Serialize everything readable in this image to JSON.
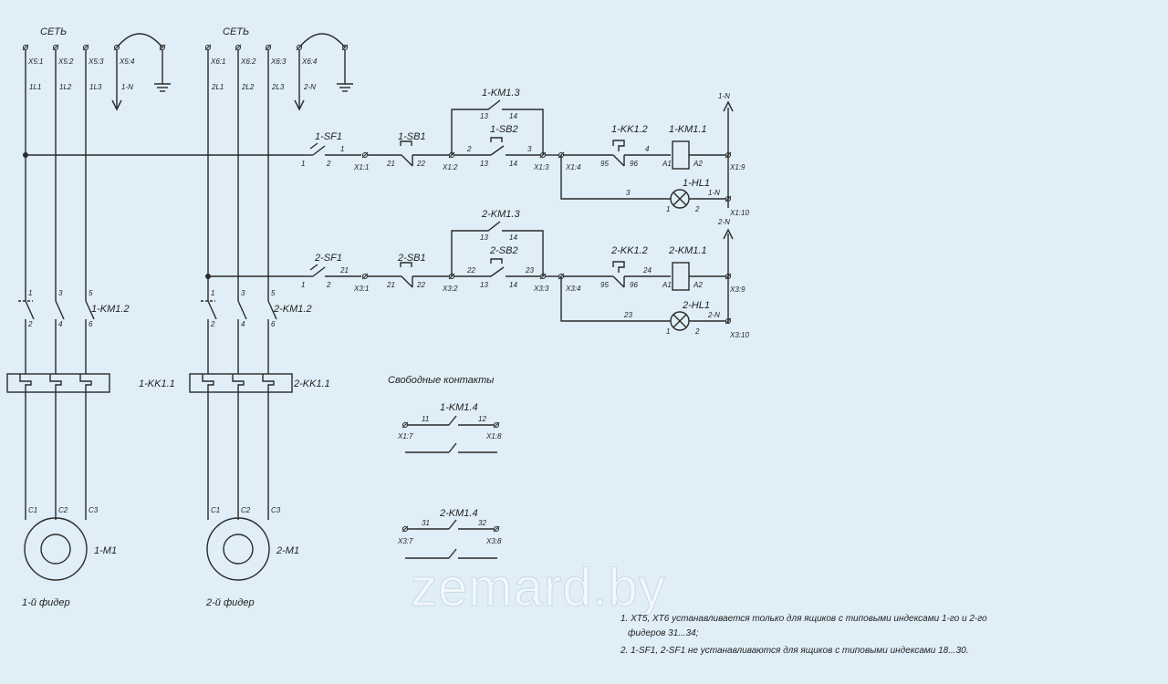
{
  "colors": {
    "background": "#dfeef7",
    "line": "#2a2a2a",
    "watermark": "#ffffff"
  },
  "feeders": [
    {
      "net_label": "СЕТЬ",
      "terminals": [
        "X5:1",
        "X5:2",
        "X5:3",
        "X5:4"
      ],
      "phases": [
        "1L1",
        "1L2",
        "1L3",
        "1-N"
      ],
      "contactor": "1-KM1.2",
      "contactor_pins_top": [
        "1",
        "3",
        "5"
      ],
      "contactor_pins_bottom": [
        "2",
        "4",
        "6"
      ],
      "relay": "1-KK1.1",
      "motor_pins": [
        "C1",
        "C2",
        "C3"
      ],
      "motor": "1-M1",
      "caption": "1-й фидер"
    },
    {
      "net_label": "СЕТЬ",
      "terminals": [
        "X6:1",
        "X6:2",
        "X6:3",
        "X6:4"
      ],
      "phases": [
        "2L1",
        "2L2",
        "2L3",
        "2-N"
      ],
      "contactor": "2-KM1.2",
      "contactor_pins_top": [
        "1",
        "3",
        "5"
      ],
      "contactor_pins_bottom": [
        "2",
        "4",
        "6"
      ],
      "relay": "2-KK1.1",
      "motor_pins": [
        "C1",
        "C2",
        "C3"
      ],
      "motor": "2-M1",
      "caption": "2-й фидер"
    }
  ],
  "control_circuits": [
    {
      "breaker": "1-SF1",
      "breaker_pins": [
        "1",
        "2"
      ],
      "wire_a": "1",
      "term_a": "X1:1",
      "stop_button": "1-SB1",
      "stop_pins": [
        "21",
        "22"
      ],
      "term_b": "X1:2",
      "self_hold": "1-KM1.3",
      "self_hold_pins": [
        "13",
        "14"
      ],
      "start_button": "1-SB2",
      "start_pins": [
        "13",
        "14"
      ],
      "wire_b": "2",
      "wire_c": "3",
      "term_c": "X1:3",
      "term_d": "X1:4",
      "overload": "1-KK1.2",
      "overload_pins": [
        "95",
        "96"
      ],
      "wire_d": "4",
      "coil": "1-KM1.1",
      "coil_pins": [
        "A1",
        "A2"
      ],
      "neutral": "1-N",
      "term_e": "X1:9",
      "lamp": "1-HL1",
      "lamp_pins": [
        "1",
        "2"
      ],
      "lamp_wire": "3",
      "lamp_neutral": "1-N",
      "term_f": "X1:10"
    },
    {
      "breaker": "2-SF1",
      "breaker_pins": [
        "1",
        "2"
      ],
      "wire_a": "21",
      "term_a": "X3:1",
      "stop_button": "2-SB1",
      "stop_pins": [
        "21",
        "22"
      ],
      "term_b": "X3:2",
      "self_hold": "2-KM1.3",
      "self_hold_pins": [
        "13",
        "14"
      ],
      "start_button": "2-SB2",
      "start_pins": [
        "13",
        "14"
      ],
      "wire_b": "22",
      "wire_c": "23",
      "term_c": "X3:3",
      "term_d": "X3:4",
      "overload": "2-KK1.2",
      "overload_pins": [
        "95",
        "96"
      ],
      "wire_d": "24",
      "coil": "2-KM1.1",
      "coil_pins": [
        "A1",
        "A2"
      ],
      "neutral": "2-N",
      "term_e": "X3:9",
      "lamp": "2-HL1",
      "lamp_pins": [
        "1",
        "2"
      ],
      "lamp_wire": "23",
      "lamp_neutral": "2-N",
      "term_f": "X3:10"
    }
  ],
  "free_contacts": {
    "title": "Свободные контакты",
    "items": [
      {
        "name": "1-KM1.4",
        "wire_left": "11",
        "wire_right": "12",
        "term_left": "X1:7",
        "term_right": "X1:8"
      },
      {
        "name": "2-KM1.4",
        "wire_left": "31",
        "wire_right": "32",
        "term_left": "X3:7",
        "term_right": "X3:8"
      }
    ]
  },
  "watermark": "zemard.by",
  "notes": [
    "1. XT5, XT6 устанавливается только для ящиков с типовыми индексами 1-го и 2-го",
    "фидеров 31...34;",
    "2. 1-SF1, 2-SF1 не устанавливаются для ящиков с типовыми индексами 18...30."
  ]
}
